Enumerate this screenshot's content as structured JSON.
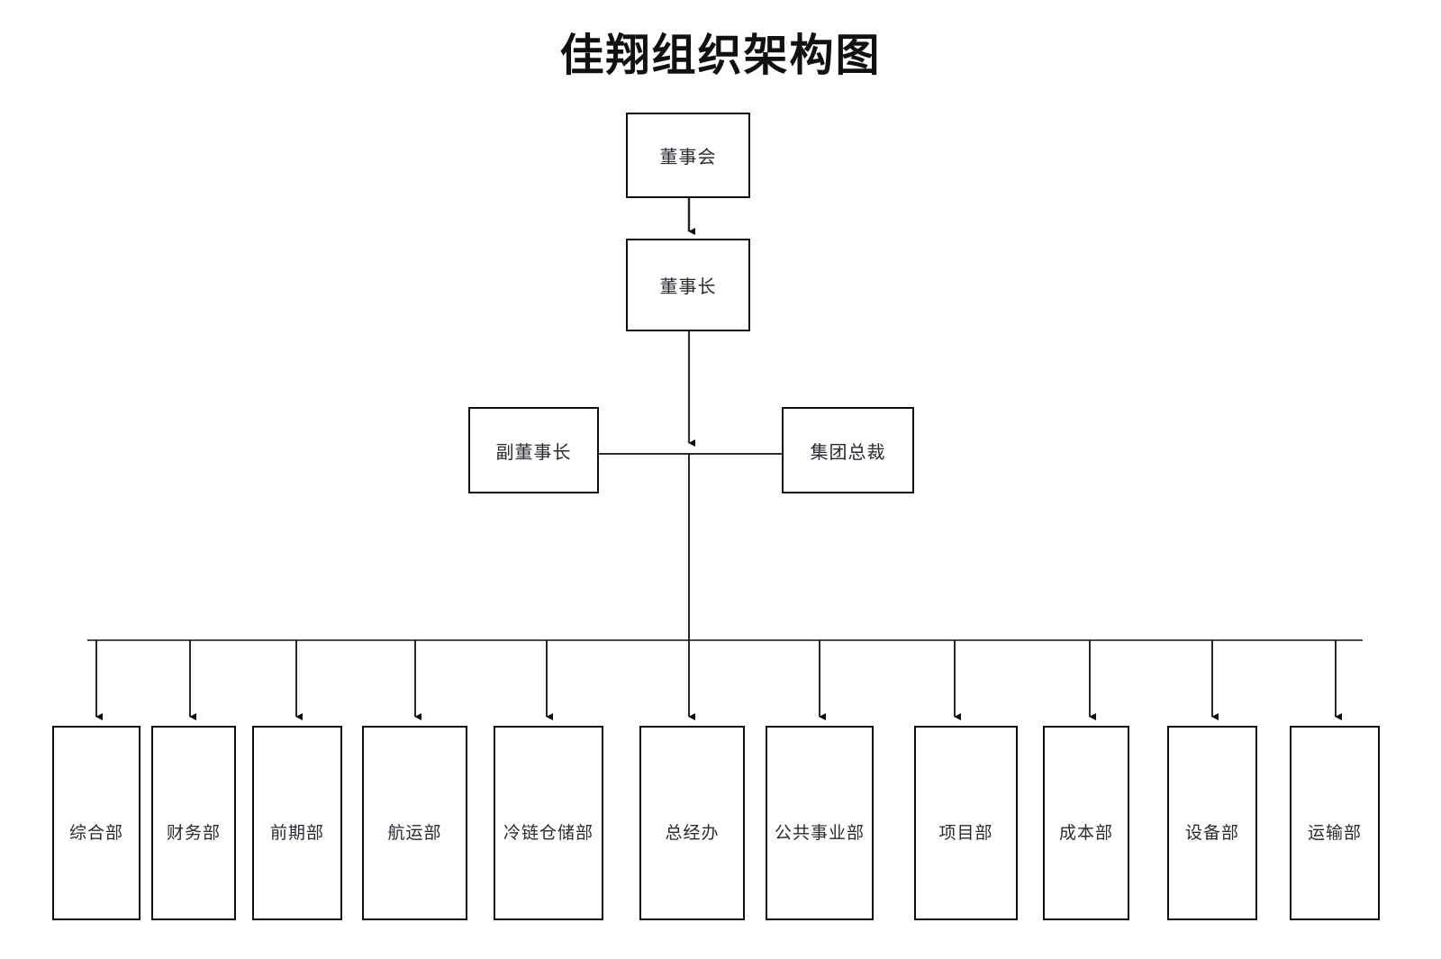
{
  "title": "佳翔组织架构图",
  "colors": {
    "box_border": "#0d0d0d",
    "line": "#1a1a1a",
    "text": "#2a2a33",
    "title_text": "#111111",
    "background": "#ffffff"
  },
  "nodes": {
    "board": {
      "label": "董事会"
    },
    "chairman": {
      "label": "董事长"
    },
    "vice_chairman": {
      "label": "副董事长"
    },
    "group_president": {
      "label": "集团总裁"
    }
  },
  "departments": [
    {
      "label": "综合部"
    },
    {
      "label": "财务部"
    },
    {
      "label": "前期部"
    },
    {
      "label": "航运部"
    },
    {
      "label": "冷链仓储部"
    },
    {
      "label": "总经办"
    },
    {
      "label": "公共事业部"
    },
    {
      "label": "项目部"
    },
    {
      "label": "成本部"
    },
    {
      "label": "设备部"
    },
    {
      "label": "运输部"
    }
  ]
}
